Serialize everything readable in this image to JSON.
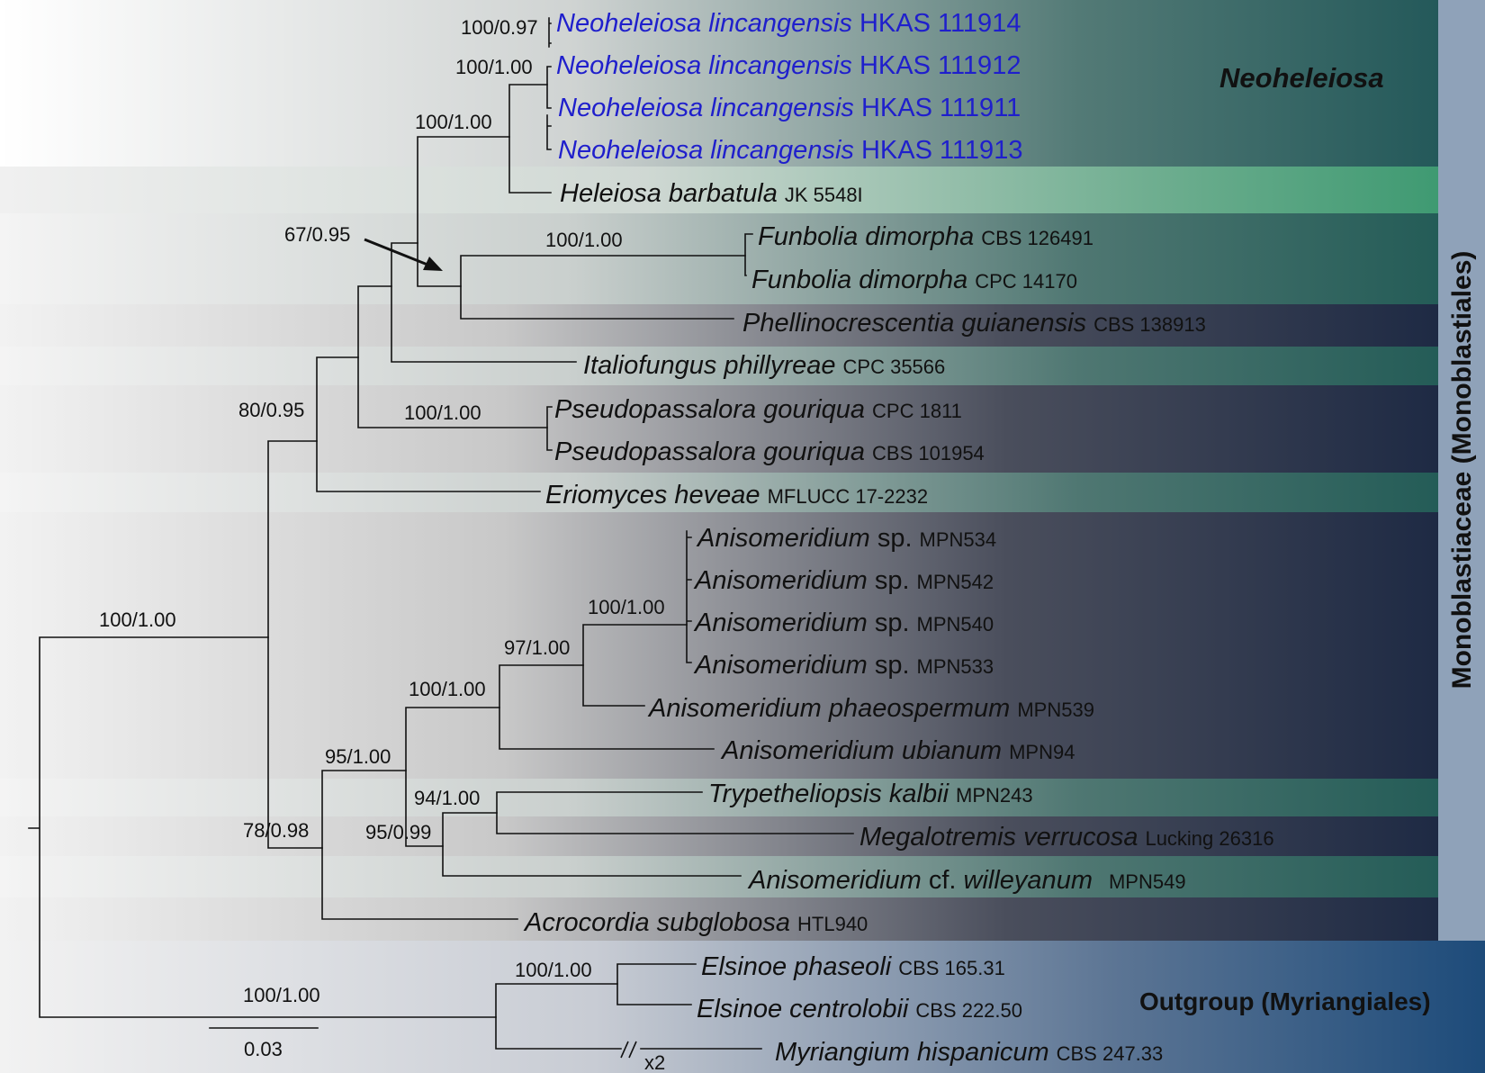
{
  "colors": {
    "blue_taxa": "#1f1fcc",
    "black": "#111111",
    "band_dark": "#1e2a44",
    "band_teal": "#2b6b63",
    "band_green": "#3f9a72",
    "band_light": "#e9e9e9",
    "outgroup_blue": "#1d4b7a",
    "sidebar": "#8da1b8"
  },
  "clade_labels": {
    "neoheleiosa": "Neoheleiosa",
    "monoblastiaceae": "Monoblastiaceae (Monoblastiales)",
    "outgroup": "Outgroup (Myriangiales)"
  },
  "taxa": [
    {
      "genus": "Neoheleiosa lincangensis",
      "strain": "HKAS 111914"
    },
    {
      "genus": "Neoheleiosa lincangensis",
      "strain": "HKAS 111912"
    },
    {
      "genus": "Neoheleiosa lincangensis",
      "strain": "HKAS 111911"
    },
    {
      "genus": "Neoheleiosa lincangensis",
      "strain": "HKAS 111913"
    },
    {
      "genus": "Heleiosa barbatula",
      "strain": "JK 5548I"
    },
    {
      "genus": "Funbolia dimorpha",
      "strain": "CBS 126491"
    },
    {
      "genus": "Funbolia dimorpha",
      "strain": "CPC 14170"
    },
    {
      "genus": "Phellinocrescentia guianensis",
      "strain": "CBS 138913"
    },
    {
      "genus": "Italiofungus phillyreae",
      "strain": "CPC 35566"
    },
    {
      "genus": "Pseudopassalora gouriqua",
      "strain": "CPC 1811"
    },
    {
      "genus": "Pseudopassalora gouriqua",
      "strain": "CBS 101954"
    },
    {
      "genus": "Eriomyces heveae",
      "strain": "MFLUCC 17-2232"
    },
    {
      "genus": "Anisomeridium",
      "mid": " sp.",
      "strain": "MPN534"
    },
    {
      "genus": "Anisomeridium",
      "mid": " sp.",
      "strain": "MPN542"
    },
    {
      "genus": "Anisomeridium",
      "mid": " sp.",
      "strain": "MPN540"
    },
    {
      "genus": "Anisomeridium",
      "mid": " sp.",
      "strain": "MPN533"
    },
    {
      "genus": "Anisomeridium phaeospermum",
      "strain": "MPN539"
    },
    {
      "genus": "Anisomeridium ubianum",
      "strain": "MPN94"
    },
    {
      "genus": "Trypetheliopsis kalbii",
      "strain": "MPN243"
    },
    {
      "genus": "Megalotremis verrucosa",
      "strain": "Lucking 26316"
    },
    {
      "genus": "Anisomeridium",
      "mid": " cf. ",
      "epithet": "willeyanum",
      "strain": "MPN549"
    },
    {
      "genus": "Acrocordia subglobosa",
      "strain": "HTL940"
    },
    {
      "genus": "Elsinoe phaseoli",
      "strain": "CBS 165.31"
    },
    {
      "genus": "Elsinoe centrolobii",
      "strain": "CBS 222.50"
    },
    {
      "genus": "Myriangium hispanicum",
      "strain": "CBS 247.33"
    }
  ],
  "support_values": {
    "n1": "100/0.97",
    "n2": "100/1.00",
    "n3": "100/1.00",
    "n4": "67/0.95",
    "n5": "100/1.00",
    "n6": "80/0.95",
    "n7": "100/1.00",
    "n8": "100/1.00",
    "n9": "100/1.00",
    "n10": "97/1.00",
    "n11": "100/1.00",
    "n12": "95/1.00",
    "n13": "94/1.00",
    "n14": "95/0.99",
    "n15": "78/0.98",
    "n16": "100/1.00",
    "n17": "100/1.00"
  },
  "scale_bar": {
    "label": "0.03"
  },
  "branch_break": {
    "label": "x2"
  }
}
